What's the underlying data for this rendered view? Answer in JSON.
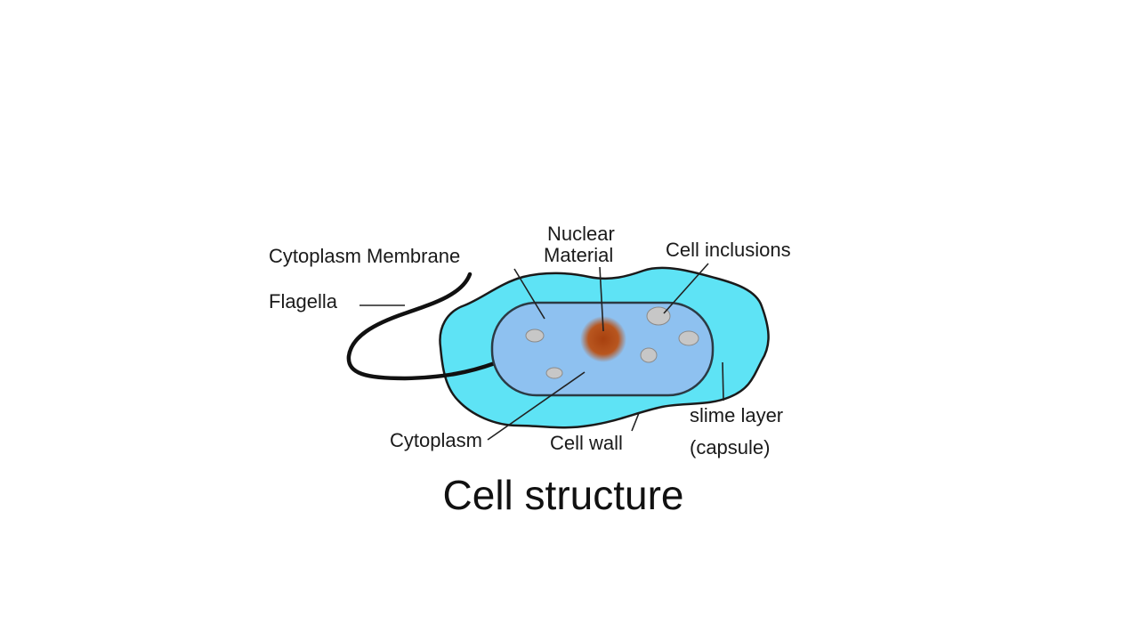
{
  "diagram": {
    "title": "Cell structure",
    "labels": {
      "cytoplasm_membrane": "Cytoplasm Membrane",
      "flagella": "Flagella",
      "nuclear_line1": "Nuclear",
      "nuclear_line2": "Material",
      "cell_inclusions": "Cell inclusions",
      "cytoplasm": "Cytoplasm",
      "cell_wall": "Cell wall",
      "slime_line1": "slime layer",
      "slime_line2": "(capsule)"
    },
    "colors": {
      "capsule": "#5ee3f5",
      "cell_body": "#8ec1f0",
      "nucleoid": "#b14a16",
      "inclusion": "#c7c7c7",
      "outline": "#1a1a1a"
    }
  }
}
